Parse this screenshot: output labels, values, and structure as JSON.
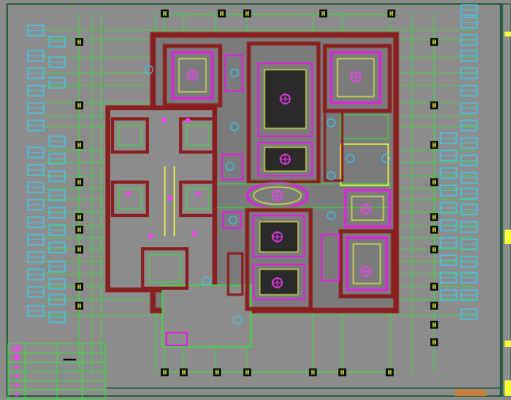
{
  "drawing": {
    "colors": {
      "background": "#8c8c8c",
      "frame": "#1e5a36",
      "dimension": "#2ee82e",
      "wall": "#8a1f1f",
      "ceiling": "#e020e0",
      "tag": "#2ad4ff",
      "axis_marker": "#f4ff3a",
      "lights": "#ff3aff"
    },
    "top_axes": [
      "H",
      "H",
      "H",
      "H",
      "H"
    ],
    "bottom_axes": [
      "H",
      "H",
      "H",
      "H",
      "H",
      "H",
      "H"
    ],
    "left_axes": [
      "H",
      "H",
      "H",
      "H",
      "H",
      "H",
      "H",
      "H",
      "H"
    ],
    "right_axes": [
      "H",
      "H",
      "H",
      "H",
      "H",
      "H",
      "H",
      "H",
      "H",
      "H",
      "H"
    ],
    "legend": {
      "rows": 6,
      "symbols": [
        "ceiling-light-icon",
        "spot-light-icon",
        "down-light-icon",
        "wall-light-icon",
        "strip-light-icon",
        "fan-icon"
      ]
    }
  }
}
